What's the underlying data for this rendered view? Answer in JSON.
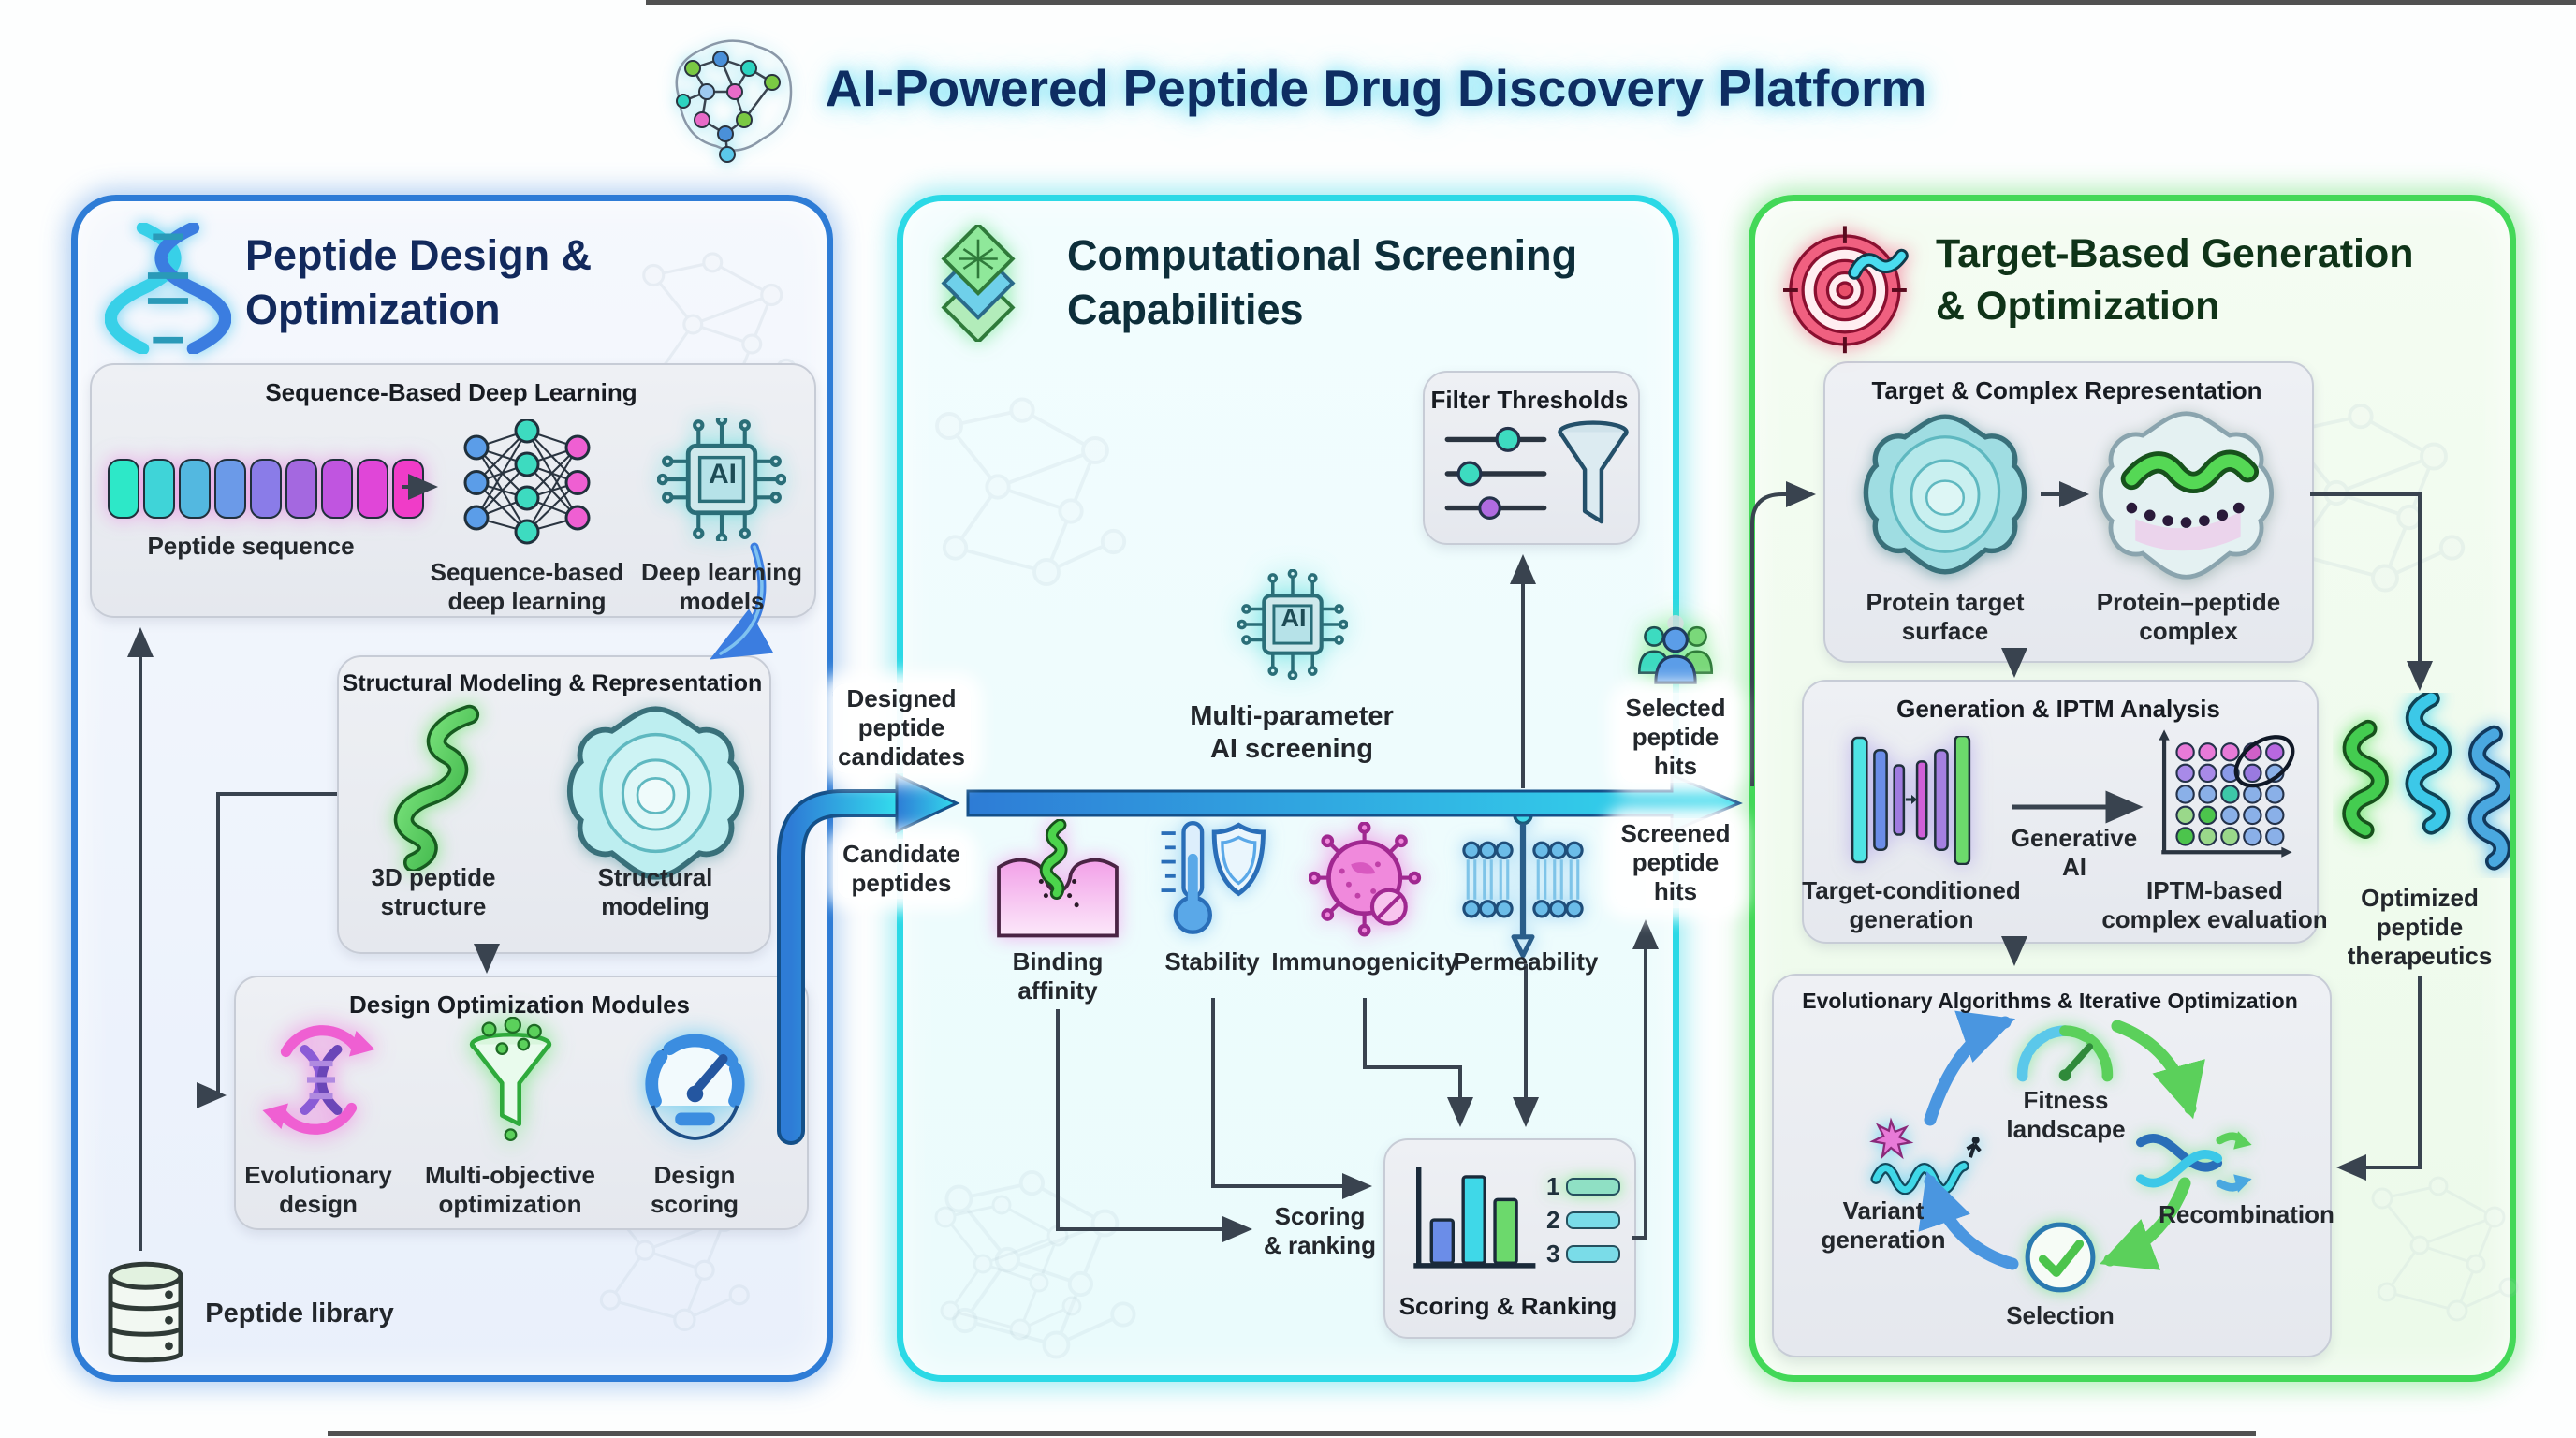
{
  "colors": {
    "design_accent": "#2e7cd6",
    "screening_accent": "#2bd9e6",
    "target_accent": "#43d858",
    "title_color": "#0e2d62"
  },
  "title": "AI-Powered Peptide Drug Discovery Platform",
  "left": {
    "title1": "Peptide Design &",
    "title2": "Optimization",
    "seq_box": {
      "title": "Sequence-Based Deep Learning",
      "peptide_sequence": "Peptide sequence",
      "sbdl1": "Sequence-based",
      "sbdl2": "deep learning",
      "dlm1": "Deep learning",
      "dlm2": "models",
      "chip": "AI"
    },
    "struct_box": {
      "title": "Structural Modeling & Representation",
      "s1a": "3D peptide",
      "s1b": "structure",
      "s2a": "Structural",
      "s2b": "modeling"
    },
    "opt_box": {
      "title": "Design Optimization Modules",
      "m1a": "Evolutionary",
      "m1b": "design",
      "m2a": "Multi-objective",
      "m2b": "optimization",
      "m3a": "Design",
      "m3b": "scoring"
    },
    "library": "Peptide library"
  },
  "mid": {
    "title1": "Computational Screening",
    "title2": "Capabilities",
    "filter_box": {
      "title": "Filter Thresholds"
    },
    "ai": {
      "l1": "Multi-parameter",
      "l2": "AI screening",
      "chip": "AI"
    },
    "designed": [
      "Designed",
      "peptide",
      "candidates"
    ],
    "candidate": [
      "Candidate",
      "peptides"
    ],
    "selected": [
      "Selected",
      "peptide",
      "hits"
    ],
    "screened": [
      "Screened",
      "peptide",
      "hits"
    ],
    "metrics": {
      "b1": "Binding",
      "b2": "affinity",
      "stability": "Stability",
      "immuno": "Immunogenicity",
      "perm": "Permeability"
    },
    "scoring_note1": "Scoring",
    "scoring_note2": "& ranking",
    "score_box": {
      "title": "Scoring & Ranking",
      "r1": "1",
      "r2": "2",
      "r3": "3"
    }
  },
  "right": {
    "title1": "Target-Based Generation",
    "title2": "& Optimization",
    "repr_box": {
      "title": "Target & Complex Representation",
      "p1a": "Protein target",
      "p1b": "surface",
      "p2a": "Protein–peptide",
      "p2b": "complex"
    },
    "gen_box": {
      "title": "Generation & IPTM Analysis",
      "g1a": "Target-conditioned",
      "g1b": "generation",
      "ga1": "Generative",
      "ga2": "AI",
      "g2a": "IPTM-based",
      "g2b": "complex evaluation"
    },
    "evo_box": {
      "title": "Evolutionary Algorithms & Iterative Optimization",
      "e1a": "Fitness",
      "e1b": "landscape",
      "e2": "Recombination",
      "e3": "Selection",
      "e4a": "Variant",
      "e4b": "generation"
    },
    "optimized": [
      "Optimized",
      "peptide",
      "therapeutics"
    ]
  }
}
